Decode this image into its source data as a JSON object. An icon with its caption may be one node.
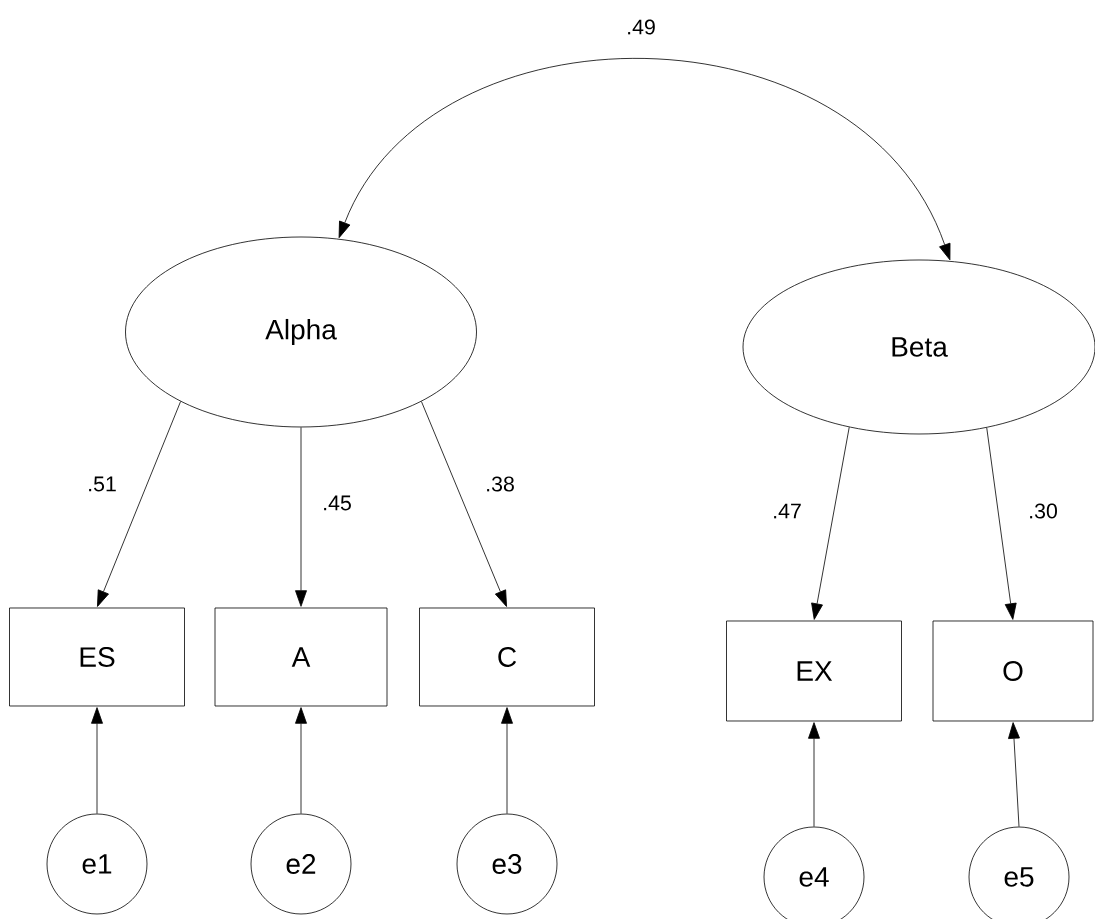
{
  "diagram": {
    "nodes": [
      {
        "text": [
          "Alpha"
        ]
      },
      {
        "text": [
          "Beta"
        ]
      },
      {
        "text": [
          "ES"
        ]
      },
      {
        "text": [
          "A"
        ]
      },
      {
        "text": [
          "C"
        ]
      },
      {
        "text": [
          "EX"
        ]
      },
      {
        "text": [
          "O"
        ]
      },
      {
        "text": [
          "e1"
        ]
      },
      {
        "text": [
          "e2"
        ]
      },
      {
        "text": [
          "e3"
        ]
      },
      {
        "text": [
          "e4"
        ]
      },
      {
        "text": [
          "e5"
        ]
      }
    ],
    "edges": [
      {
        "from": 0,
        "to": 1,
        "arrow": "both",
        "label": ".49"
      },
      {
        "from": 0,
        "to": 2,
        "arrow": "to",
        "label": ".51"
      },
      {
        "from": 0,
        "to": 3,
        "arrow": "to",
        "label": ".45"
      },
      {
        "from": 0,
        "to": 4,
        "arrow": "to",
        "label": ".38"
      },
      {
        "from": 1,
        "to": 5,
        "arrow": "to",
        "label": ".47"
      },
      {
        "from": 1,
        "to": 6,
        "arrow": "to",
        "label": ".30"
      },
      {
        "from": 7,
        "to": 2,
        "arrow": "to"
      },
      {
        "from": 8,
        "to": 3,
        "arrow": "to"
      },
      {
        "from": 9,
        "to": 4,
        "arrow": "to"
      },
      {
        "from": 10,
        "to": 5,
        "arrow": "to"
      },
      {
        "from": 11,
        "to": 6,
        "arrow": "to"
      }
    ]
  }
}
